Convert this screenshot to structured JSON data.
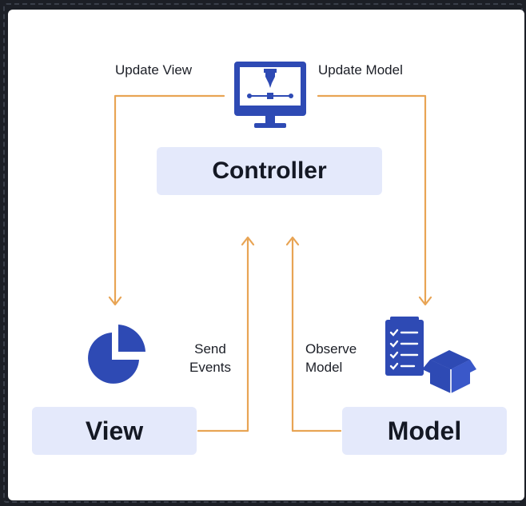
{
  "diagram": {
    "controller_label": "Controller",
    "view_label": "View",
    "model_label": "Model",
    "edge_update_view": "Update View",
    "edge_update_model": "Update Model",
    "edge_send_events": [
      "Send",
      "Events"
    ],
    "edge_observe_model": [
      "Observe",
      "Model"
    ]
  },
  "colors": {
    "arrow": "#e8a454",
    "box_fill": "#e4e9fb",
    "icon_blue": "#2e4ab4"
  },
  "icons": [
    "monitor-pen-tool-icon",
    "pie-chart-icon",
    "checklist-box-icon"
  ]
}
